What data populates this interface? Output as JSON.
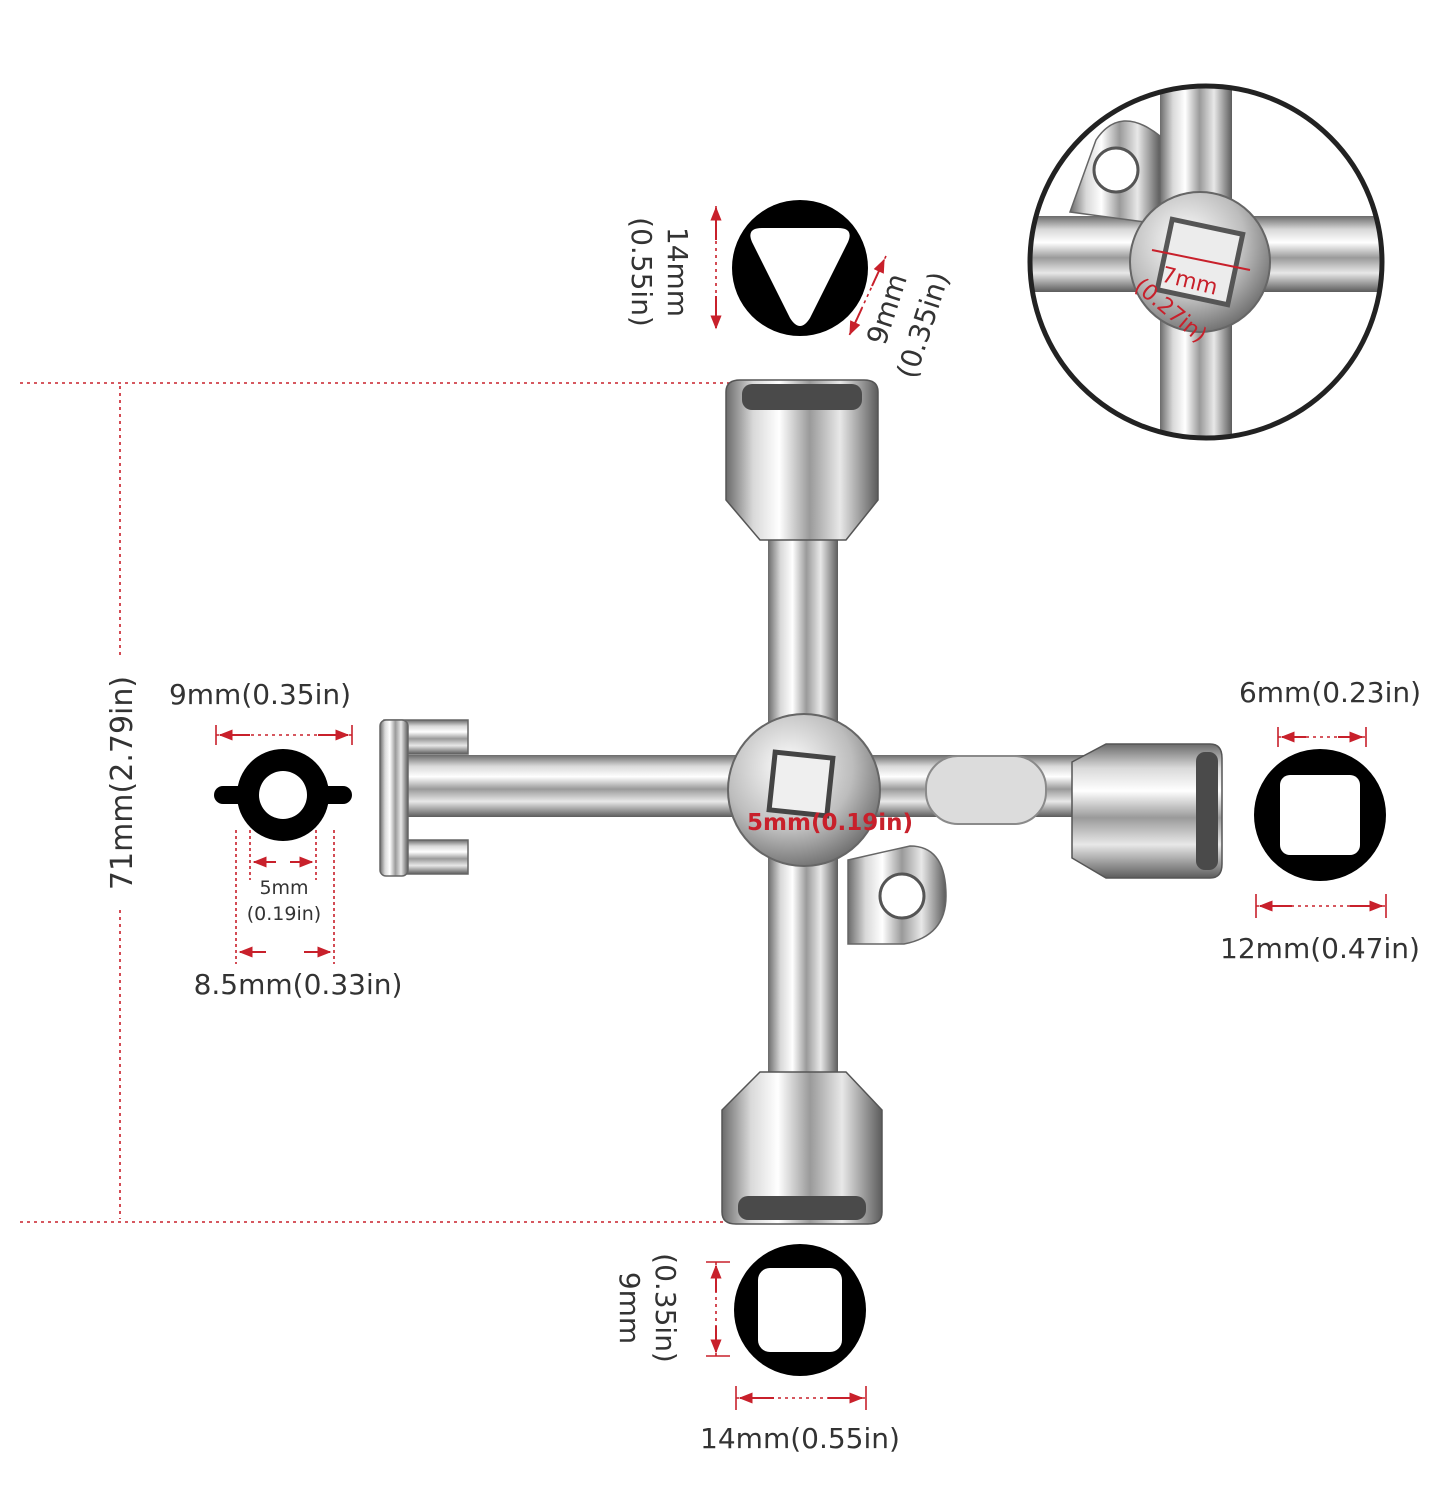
{
  "colors": {
    "background": "#ffffff",
    "dimension_line": "#c8202b",
    "profile_fill": "#000000",
    "metal_light": "#f2f2f2",
    "metal_dark": "#5a5a5a",
    "label_text": "#333333"
  },
  "overall": {
    "height_label": "71mm(2.79in)"
  },
  "profiles": {
    "top_triangle": {
      "outer_label_mm": "14mm",
      "outer_label_in": "(0.55in)",
      "inner_label_mm": "9mm",
      "inner_label_in": "(0.35in)"
    },
    "left_round": {
      "top_label": "9mm(0.35in)",
      "inner_label_mm": "5mm",
      "inner_label_in": "(0.19in)",
      "bottom_label": "8.5mm(0.33in)"
    },
    "right_square": {
      "top_label": "6mm(0.23in)",
      "bottom_label": "12mm(0.47in)"
    },
    "bottom_square": {
      "side_label_mm": "9mm",
      "side_label_in": "(0.35in)",
      "bottom_label": "14mm(0.55in)"
    }
  },
  "center": {
    "hole_label": "5mm(0.19in)"
  },
  "detail_inset": {
    "label_mm": "7mm",
    "label_in": "(0.27in)"
  }
}
